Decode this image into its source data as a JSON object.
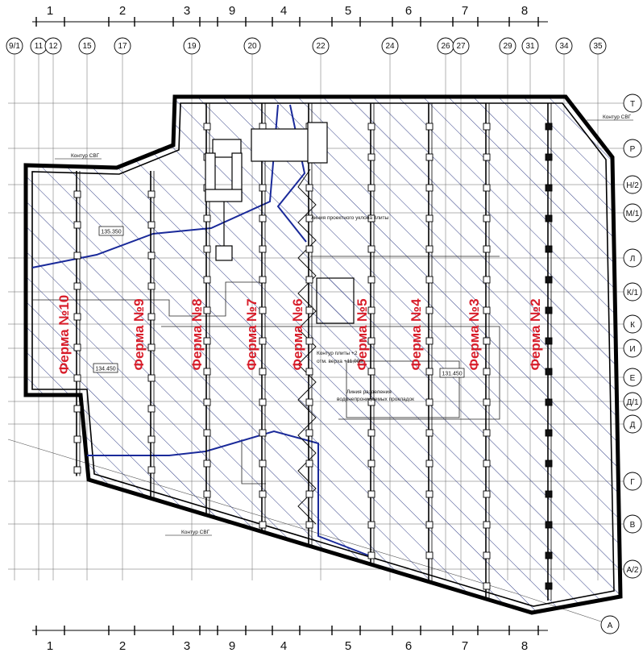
{
  "top_bays": [
    "1",
    "2",
    "3",
    "9",
    "4",
    "5",
    "6",
    "7",
    "8"
  ],
  "bottom_bays": [
    "1",
    "2",
    "3",
    "9",
    "4",
    "5",
    "6",
    "7",
    "8"
  ],
  "column_axes": [
    "9/1",
    "11",
    "12",
    "15",
    "17",
    "19",
    "20",
    "22",
    "24",
    "26",
    "27",
    "29",
    "31",
    "34",
    "35"
  ],
  "row_axes": [
    "Т",
    "Р",
    "Н/2",
    "М/1",
    "Л",
    "К/1",
    "К",
    "И",
    "Е",
    "Д/1",
    "Д",
    "Г",
    "В",
    "А/2",
    "А"
  ],
  "trusses": [
    "Ферма №10",
    "Ферма №9",
    "Ферма №8",
    "Ферма №7",
    "Ферма №6",
    "Ферма №5",
    "Ферма №4",
    "Ферма №3",
    "Ферма №2"
  ],
  "contour_labels": [
    "Контур СВГ",
    "Контур СВГ",
    "Контур СВГ"
  ],
  "elevations": [
    "135.350",
    "134.450",
    "131.450"
  ],
  "notes": {
    "slab_note_1": "Контур плиты +2",
    "slab_note_2": "отм. верха +11,000",
    "sep_line_1": "Линия разделения",
    "sep_line_2": "водонепроницаемых прокладок",
    "small_note": "линия проектного уклона плиты"
  },
  "colors": {
    "hatch": "#1f2c7a",
    "contour": "#1a2a9a",
    "truss_label": "#d81d2a",
    "wall": "#000000"
  }
}
